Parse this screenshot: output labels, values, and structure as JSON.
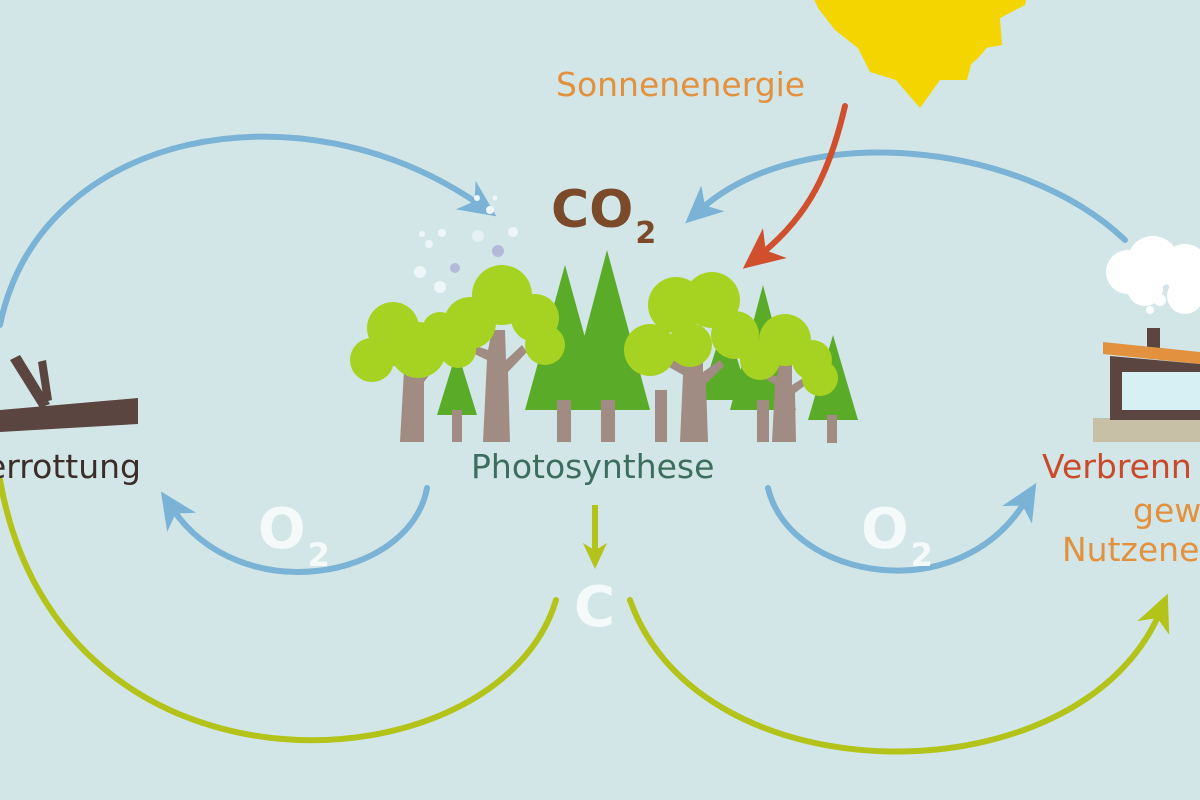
{
  "colors": {
    "background": "#d3e6e7",
    "blue_arrow": "#7ab3d6",
    "green_arrow": "#b3c31a",
    "red_arrow": "#d0502e",
    "sun": "#f4d500",
    "tree_light": "#a6d322",
    "tree_dark": "#5aab27",
    "trunk": "#a08c82",
    "log": "#5a4540"
  },
  "icons": [
    "sun-icon",
    "forest-icon",
    "dead-log-icon",
    "house-icon",
    "smoke-cloud-icon"
  ],
  "labels": {
    "sun_energy": "Sonnenenergie",
    "co2_main": "CO",
    "co2_sub": "2",
    "photosynthesis": "Photosynthese",
    "decomposition": "errottung",
    "o2_main": "O",
    "o2_sub": "2",
    "carbon": "C",
    "combustion_line1": "Verbrenn",
    "combustion_line2": "gew",
    "combustion_line3": "Nutzene"
  }
}
